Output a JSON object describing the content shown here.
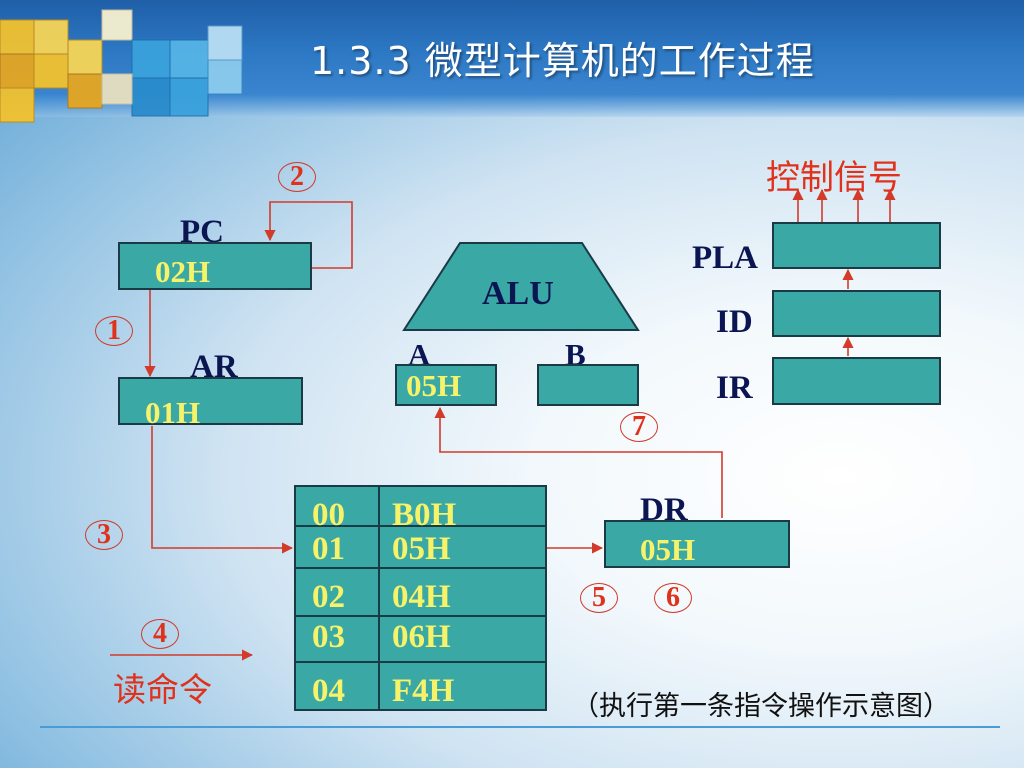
{
  "title": "1.3.3 微型计算机的工作过程",
  "pc": {
    "label": "PC",
    "value": "02H"
  },
  "ar": {
    "label": "AR",
    "value": "01H"
  },
  "alu": {
    "label": "ALU",
    "a_label": "A",
    "b_label": "B",
    "a_value": "05H",
    "b_value": ""
  },
  "control": {
    "signal_label": "控制信号",
    "pla_label": "PLA",
    "id_label": "ID",
    "ir_label": "IR"
  },
  "dr": {
    "label": "DR",
    "value": "05H"
  },
  "memory": [
    {
      "addr": "00",
      "value": "B0H"
    },
    {
      "addr": "01",
      "value": "05H"
    },
    {
      "addr": "02",
      "value": "04H"
    },
    {
      "addr": "03",
      "value": "06H"
    },
    {
      "addr": "04",
      "value": "F4H"
    }
  ],
  "steps": [
    "1",
    "2",
    "3",
    "4",
    "5",
    "6",
    "7"
  ],
  "read_command": "读命令",
  "caption": "（执行第一条指令操作示意图）",
  "colors": {
    "box": "#3aa8a5",
    "value_text": "#f6f26a",
    "label_text": "#0b1552",
    "step_red": "#e0321a",
    "header": "#2d78c4"
  }
}
